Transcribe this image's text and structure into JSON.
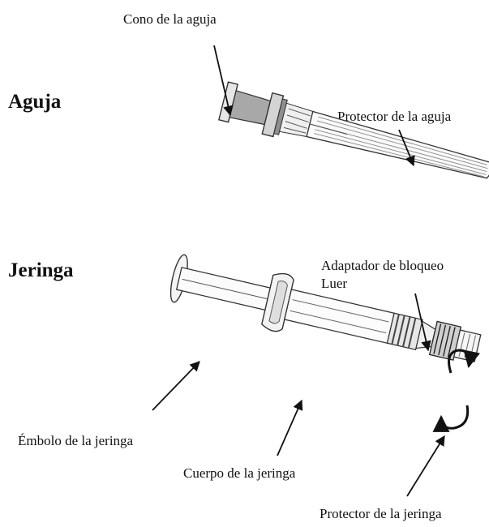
{
  "headings": {
    "needle": "Aguja",
    "syringe": "Jeringa"
  },
  "labels": {
    "needle_hub": "Cono de la aguja",
    "needle_shield": "Protector de la aguja",
    "luer_lock_line1": "Adaptador de bloqueo",
    "luer_lock_line2": "Luer",
    "plunger": "Émbolo de la jeringa",
    "barrel": "Cuerpo de la jeringa",
    "syringe_cap": "Protector de la jeringa"
  },
  "colors": {
    "line": "#333333",
    "fill_light": "#f2f2f2",
    "fill_mid": "#c8c8c8",
    "fill_dark": "#9a9a9a"
  }
}
